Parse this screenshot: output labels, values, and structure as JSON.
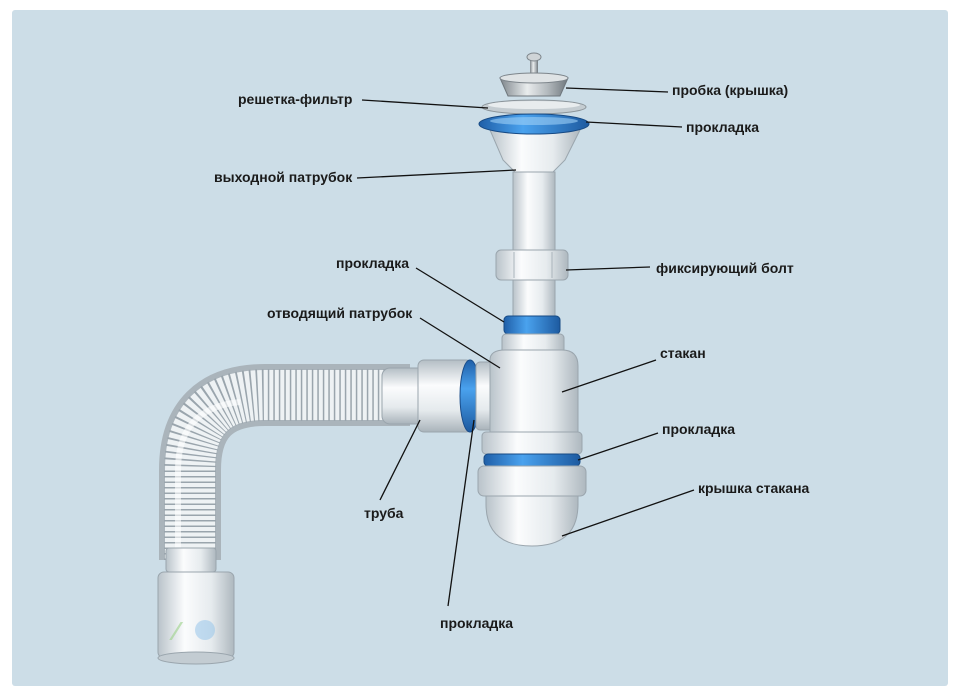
{
  "colors": {
    "background": "#ccdde7",
    "frame": "#ffffff",
    "plastic": "#ecf0f2",
    "gasket": "#2a7fd6",
    "leader": "#111111"
  },
  "labels": {
    "stopper": "пробка (крышка)",
    "strainer": "решетка-фильтр",
    "gasket_top": "прокладка",
    "outlet_pipe": "выходной патрубок",
    "gasket_mid": "прокладка",
    "fixing_bolt": "фиксирующий болт",
    "drain_branch": "отводящий патрубок",
    "trap_cup": "стакан",
    "gasket_cup": "прокладка",
    "cup_cap": "крышка стакана",
    "pipe": "труба",
    "gasket_bottom": "прокладка"
  }
}
